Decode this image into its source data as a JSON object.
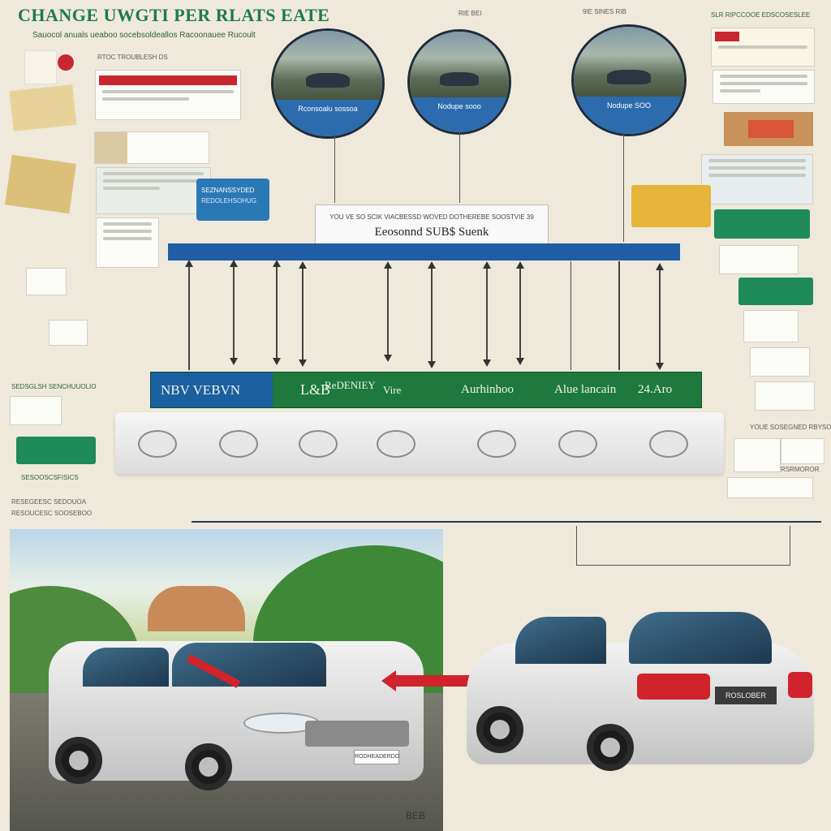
{
  "header": {
    "title": "CHANGE UWGTI PER RLATS EATE",
    "subtitle": "Sauocol anuals ueaboo socebsoldeallos Racoonauee Rucoult",
    "left_caption": "RTOC TROUBLESH DS",
    "top_label_1": "RIE BEI",
    "top_label_2": "9IE SINES RIB",
    "top_right_label": "SLR RIPCCOOE EDSCOSESLEE"
  },
  "circles": [
    {
      "caption": "Rconsoalu sossoa"
    },
    {
      "caption": "Nodupe sooo"
    },
    {
      "caption": "Nodupe SOO"
    }
  ],
  "center_box": {
    "top_line": "YOU VE SO SCIK VIACBESSD WOVED DOTHEREBE SOOSTVIE 39",
    "main_line": "Eeosonnd SUB$ Suenk"
  },
  "blue_tag": {
    "line1": "SEZNANSSYDED",
    "line2": "REDOLEHSOHUG"
  },
  "green_bar": {
    "seg1": "NBV VEBVN",
    "seg2": "L&B",
    "seg2b": "ReDENIEY",
    "seg2c": "Vire",
    "seg3": "Aurhinhoo",
    "seg4": "Alue lancain",
    "seg5": "24.Aro"
  },
  "left_labels": {
    "label_a": "SEDSGLSH SENCHUUOLIO",
    "label_b": "SESOOSCSFISICS",
    "label_c": "RESEGEESC SEDOUOA",
    "label_d": "RESOUCESC SOOSEBOO"
  },
  "right_labels": {
    "label_a": "YOUE SOSEGNED RBYSOOGEE",
    "label_b": "RSRMOROR"
  },
  "bottom": {
    "plate_front": "RODHEADERDO",
    "plate_rear": "ROSLOBER",
    "corner_mark": "BEB"
  },
  "colors": {
    "background": "#efe9dc",
    "title_green": "#1f7a4d",
    "bar_blue": "#1f5da4",
    "bar_green": "#1d7a3c",
    "accent_red": "#c8272f"
  }
}
